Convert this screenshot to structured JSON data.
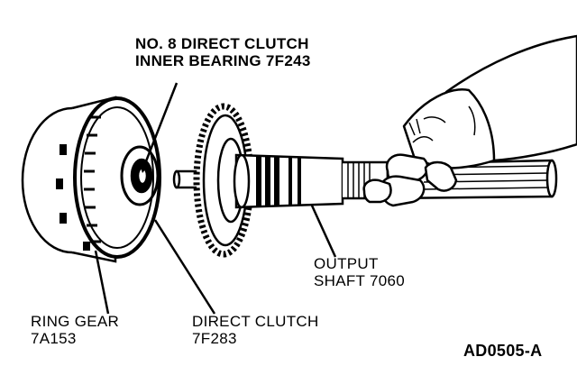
{
  "labels": {
    "bearing": [
      "NO. 8 DIRECT CLUTCH",
      "INNER BEARING 7F243"
    ],
    "output_shaft": [
      "OUTPUT",
      "SHAFT 7060"
    ],
    "ring_gear": [
      "RING GEAR",
      "7A153"
    ],
    "direct_clutch": [
      "DIRECT CLUTCH",
      "7F283"
    ],
    "figure_code": "AD0505-A"
  },
  "colors": {
    "ink": "#000000",
    "paper": "#ffffff"
  }
}
